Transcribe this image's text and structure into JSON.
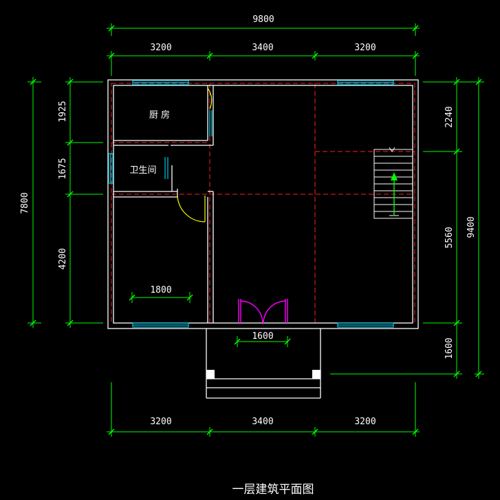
{
  "drawing": {
    "title": "一层建筑平面图",
    "rooms": {
      "kitchen": "厨 房",
      "bathroom": "卫生间"
    },
    "colors": {
      "background": "#000000",
      "wall": "#ffffff",
      "dimension": "#00ff00",
      "axis": "#ff2020",
      "window": "#00c8e6",
      "door": "#ffff00",
      "entry_door": "#ff00ff"
    },
    "dims": {
      "top_total": "9800",
      "top_bays": [
        "3200",
        "3400",
        "3200"
      ],
      "bottom_bays": [
        "3200",
        "3400",
        "3200"
      ],
      "left_total": "7800",
      "left_parts": [
        "1925",
        "1675",
        "4200"
      ],
      "right_total": "9400",
      "right_parts": [
        "2240",
        "5560",
        "1600"
      ],
      "window_1800": "1800",
      "door_1600": "1600"
    }
  }
}
